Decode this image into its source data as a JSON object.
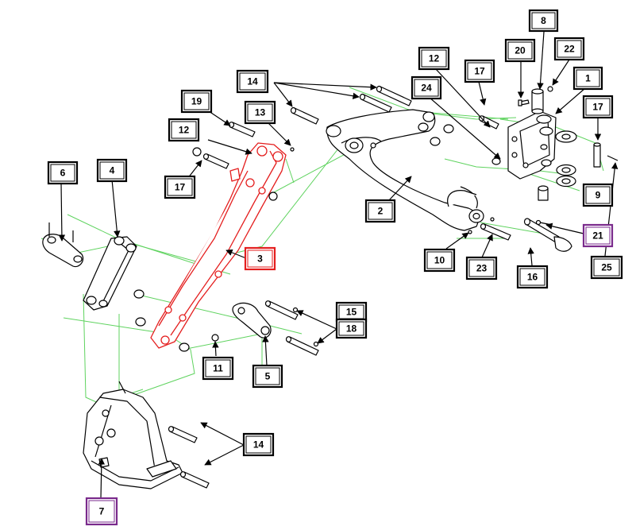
{
  "diagram": {
    "colors": {
      "outline": "#000000",
      "highlight_part": "#e41e1e",
      "guide_lines": "#5fd35f",
      "highlight_label_border_red": "#e41e1e",
      "highlight_label_border_purple": "#7a2a8c"
    },
    "labels": {
      "l1": "1",
      "l2": "2",
      "l3": "3",
      "l4": "4",
      "l5": "5",
      "l6": "6",
      "l7": "7",
      "l8": "8",
      "l9": "9",
      "l10": "10",
      "l11": "11",
      "l12a": "12",
      "l12b": "12",
      "l13": "13",
      "l14a": "14",
      "l14b": "14",
      "l15": "15",
      "l16": "16",
      "l17a": "17",
      "l17b": "17",
      "l17c": "17",
      "l18": "18",
      "l19": "19",
      "l20": "20",
      "l21": "21",
      "l22": "22",
      "l23": "23",
      "l24": "24",
      "l25": "25"
    }
  }
}
